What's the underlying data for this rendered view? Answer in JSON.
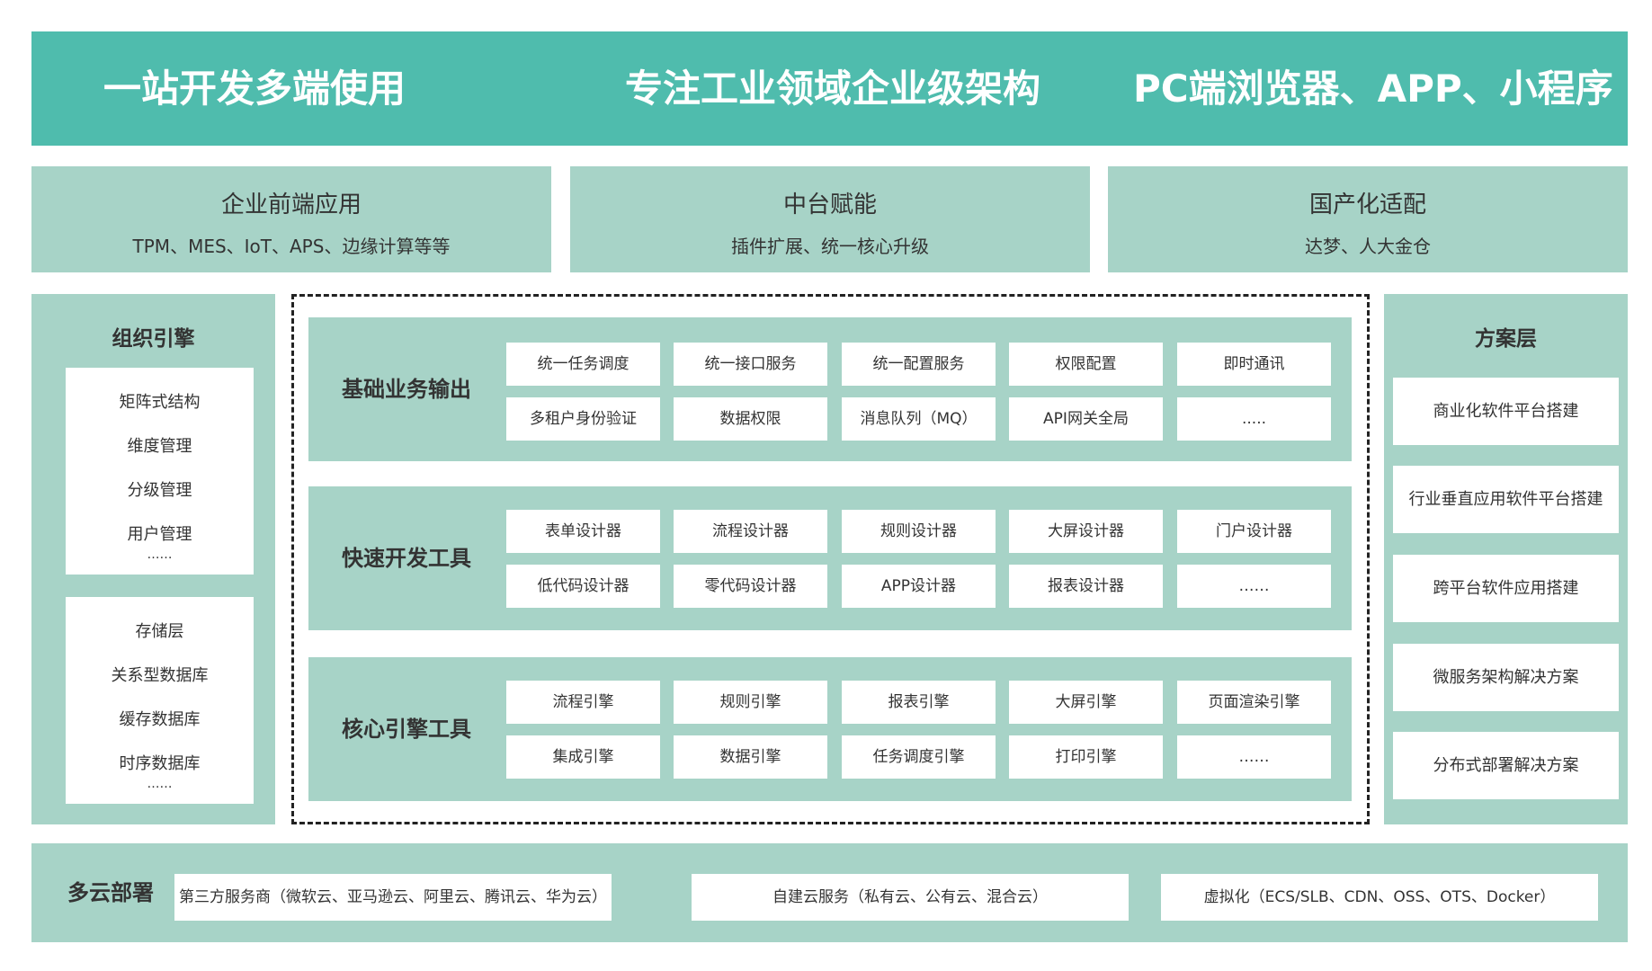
{
  "banner": {
    "left": "一站开发多端使用",
    "center": "专注工业领域企业级架构",
    "right": "PC端浏览器、APP、小程序"
  },
  "top_cards": [
    {
      "title": "企业前端应用",
      "subtitle": "TPM、MES、IoT、APS、边缘计算等等"
    },
    {
      "title": "中台赋能",
      "subtitle": "插件扩展、统一核心升级"
    },
    {
      "title": "国产化适配",
      "subtitle": "达梦、人大金仓"
    }
  ],
  "org_engine": {
    "title": "组织引擎",
    "box1": {
      "items": [
        "矩阵式结构",
        "维度管理",
        "分级管理",
        "用户管理"
      ],
      "more": "……"
    },
    "box2": {
      "items": [
        "存储层",
        "关系型数据库",
        "缓存数据库",
        "时序数据库"
      ],
      "more": "……"
    }
  },
  "groups": [
    {
      "title": "基础业务输出",
      "row1": [
        "统一任务调度",
        "统一接口服务",
        "统一配置服务",
        "权限配置",
        "即时通讯"
      ],
      "row2": [
        "多租户身份验证",
        "数据权限",
        "消息队列（MQ）",
        "API网关全局",
        "....."
      ]
    },
    {
      "title": "快速开发工具",
      "row1": [
        "表单设计器",
        "流程设计器",
        "规则设计器",
        "大屏设计器",
        "门户设计器"
      ],
      "row2": [
        "低代码设计器",
        "零代码设计器",
        "APP设计器",
        "报表设计器",
        "……"
      ]
    },
    {
      "title": "核心引擎工具",
      "row1": [
        "流程引擎",
        "规则引擎",
        "报表引擎",
        "大屏引擎",
        "页面渲染引擎"
      ],
      "row2": [
        "集成引擎",
        "数据引擎",
        "任务调度引擎",
        "打印引擎",
        "……"
      ]
    }
  ],
  "solution_layer": {
    "title": "方案层",
    "items": [
      "商业化软件平台搭建",
      "行业垂直应用软件平台搭建",
      "跨平台软件应用搭建",
      "微服务架构解决方案",
      "分布式部署解决方案"
    ]
  },
  "multi_cloud": {
    "title": "多云部署",
    "items": [
      "第三方服务商（微软云、亚马逊云、阿里云、腾讯云、华为云）",
      "自建云服务（私有云、公有云、混合云）",
      "虚拟化（ECS/SLB、CDN、OSS、OTS、Docker）"
    ]
  },
  "colors": {
    "banner": "#4fbcad",
    "panel": "#a7d3c7",
    "box": "#ffffff",
    "text": "#333333"
  }
}
